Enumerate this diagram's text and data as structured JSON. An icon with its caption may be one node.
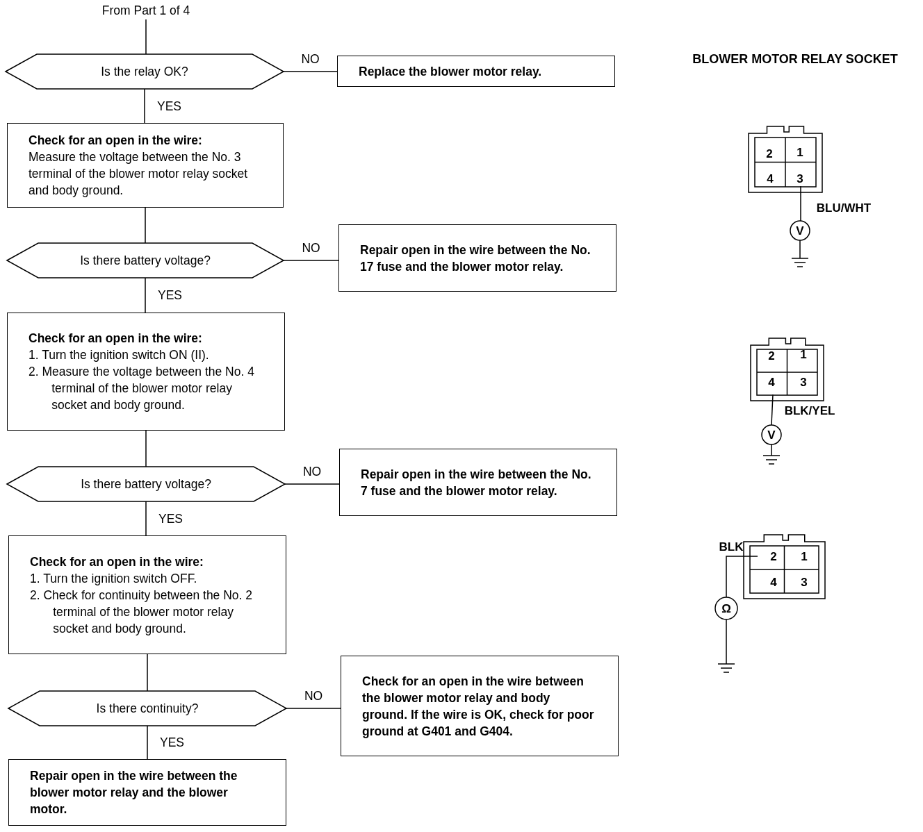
{
  "diagram": {
    "nodes": [
      {
        "text": [
          "From Part 1 of 4"
        ]
      },
      {
        "text": [
          "Is the relay OK?"
        ]
      },
      {
        "text": [
          "Replace the blower motor relay."
        ]
      },
      {
        "text": [
          "Check for an open in the wire:",
          "Measure the voltage between the No. 3 terminal of the blower motor relay socket and body ground."
        ]
      },
      {
        "text": [
          "Is there battery voltage?"
        ]
      },
      {
        "text": [
          "Repair open in the wire between the No. 17 fuse and the blower motor relay."
        ]
      },
      {
        "text": [
          "Check for an open in the wire:",
          "1. Turn the ignition switch ON (II).",
          "2. Measure the voltage between the No. 4 terminal of the blower motor relay socket and body ground."
        ]
      },
      {
        "text": [
          "Is there battery voltage?"
        ]
      },
      {
        "text": [
          "Repair open in the wire between the No. 7 fuse and the blower motor relay."
        ]
      },
      {
        "text": [
          "Check for an open in the wire:",
          "1. Turn the ignition switch OFF.",
          "2. Check for continuity between the No. 2 terminal of the blower motor relay socket and body ground."
        ]
      },
      {
        "text": [
          "Is there continuity?"
        ]
      },
      {
        "text": [
          "Check for an open in the wire between the blower motor relay and body ground. If the wire is OK, check for poor ground at G401 and G404."
        ]
      },
      {
        "text": [
          "Repair open in the wire between the blower motor relay and the blower motor."
        ]
      }
    ],
    "edges": [
      {
        "from": 0,
        "to": 1,
        "arrow": "none"
      },
      {
        "from": 1,
        "to": 2,
        "arrow": "none",
        "label": "NO"
      },
      {
        "from": 1,
        "to": 3,
        "arrow": "none",
        "label": "YES"
      },
      {
        "from": 3,
        "to": 4,
        "arrow": "none"
      },
      {
        "from": 4,
        "to": 5,
        "arrow": "none",
        "label": "NO"
      },
      {
        "from": 4,
        "to": 6,
        "arrow": "none",
        "label": "YES"
      },
      {
        "from": 6,
        "to": 7,
        "arrow": "none"
      },
      {
        "from": 7,
        "to": 8,
        "arrow": "none",
        "label": "NO"
      },
      {
        "from": 7,
        "to": 9,
        "arrow": "none",
        "label": "YES"
      },
      {
        "from": 9,
        "to": 10,
        "arrow": "none"
      },
      {
        "from": 10,
        "to": 11,
        "arrow": "none",
        "label": "NO"
      },
      {
        "from": 10,
        "to": 12,
        "arrow": "none",
        "label": "YES"
      }
    ],
    "labels": [
      "BLOWER MOTOR RELAY SOCKET",
      "2",
      "1",
      "4",
      "3",
      "BLU/WHT",
      "V",
      "2",
      "1",
      "4",
      "3",
      "BLK/YEL",
      "V",
      "BLK",
      "2",
      "1",
      "4",
      "3",
      "Ω"
    ]
  }
}
